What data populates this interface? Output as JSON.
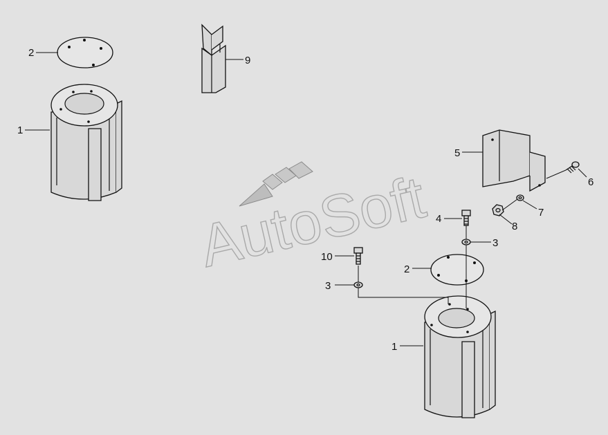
{
  "watermark": {
    "text": "AutoSoft"
  },
  "callouts": {
    "c1a": "1",
    "c2a": "2",
    "c9": "9",
    "c5": "5",
    "c6": "6",
    "c7": "7",
    "c8": "8",
    "c4": "4",
    "c3a": "3",
    "c10": "10",
    "c3b": "3",
    "c2b": "2",
    "c1b": "1"
  },
  "colors": {
    "background": "#e2e2e2",
    "ink": "#111111",
    "watermark": "#a9a9a9"
  }
}
